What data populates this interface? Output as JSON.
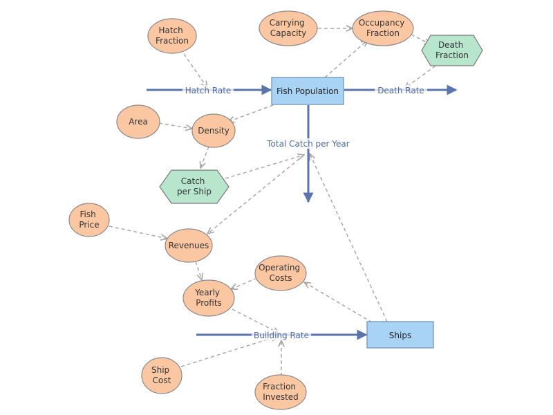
{
  "colors": {
    "variable_fill": "#fbc7a3",
    "variable_stroke": "#8a8a8a",
    "converter_fill": "#b7e6cc",
    "converter_stroke": "#7a7a7a",
    "stock_fill": "#a9d3f5",
    "stock_stroke": "#6a8bb0",
    "flow_color": "#5b74ad",
    "link_color": "#a8a8a8"
  },
  "stocks": {
    "fish_population": "Fish Population",
    "ships": "Ships"
  },
  "flows": {
    "hatch_rate": "Hatch Rate",
    "death_rate": "Death Rate",
    "total_catch": "Total Catch per Year",
    "building_rate": "Building Rate"
  },
  "variables": {
    "hatch_fraction": [
      "Hatch",
      "Fraction"
    ],
    "carrying_capacity": [
      "Carrying",
      "Capacity"
    ],
    "occupancy_fraction": [
      "Occupancy",
      "Fraction"
    ],
    "area": [
      "Area"
    ],
    "density": [
      "Density"
    ],
    "fish_price": [
      "Fish",
      "Price"
    ],
    "revenues": [
      "Revenues"
    ],
    "operating_costs": [
      "Operating",
      "Costs"
    ],
    "yearly_profits": [
      "Yearly",
      "Profits"
    ],
    "ship_cost": [
      "Ship",
      "Cost"
    ],
    "fraction_invested": [
      "Fraction",
      "Invested"
    ]
  },
  "converters": {
    "death_fraction": [
      "Death",
      "Fraction"
    ],
    "catch_per_ship": [
      "Catch",
      "per Ship"
    ]
  }
}
